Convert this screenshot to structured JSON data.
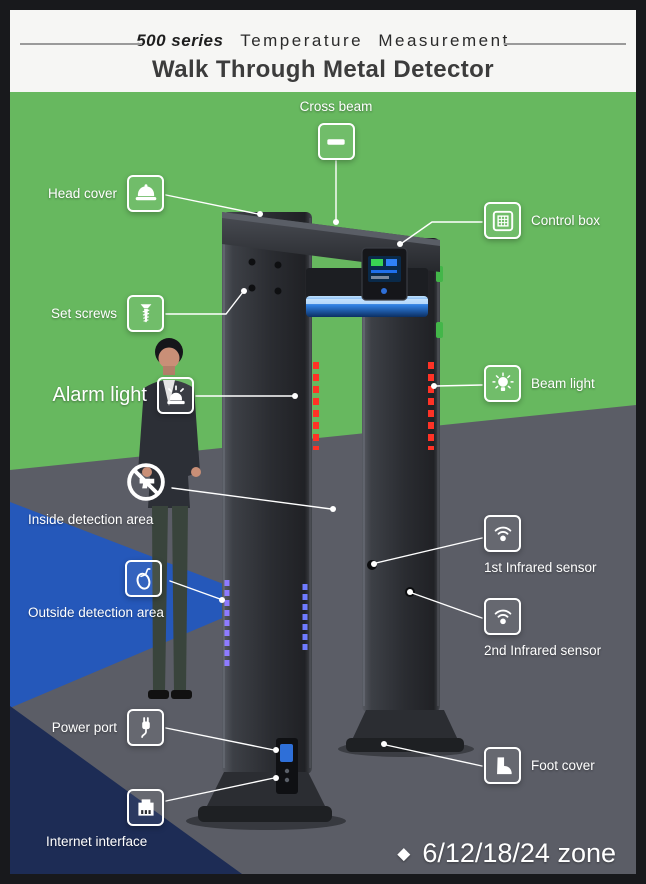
{
  "header": {
    "series": "500 series",
    "series_suffix": "Temperature Measurement",
    "title": "Walk Through Metal Detector"
  },
  "labels": {
    "cross_beam": "Cross beam",
    "head_cover": "Head cover",
    "control_box": "Control box",
    "set_screws": "Set screws",
    "alarm_light": "Alarm light",
    "beam_light": "Beam light",
    "inside_detection": "Inside detection area",
    "infrared_1": "1st Infrared sensor",
    "outside_detection": "Outside detection area",
    "infrared_2": "2nd Infrared sensor",
    "power_port": "Power port",
    "foot_cover": "Foot cover",
    "internet_interface": "Internet interface"
  },
  "footer": {
    "bullet": "◆",
    "zones": "6/12/18/24 zone"
  },
  "colors": {
    "background_dark": "#18191c",
    "header_band": "#f6f6f4",
    "green": "#67b85f",
    "gray_wedge": "#5b5d66",
    "blue_wedge": "#2558ba",
    "navy_wedge": "#1d2c55",
    "red_led": "#ff3226",
    "blue_led": "#7b7bff",
    "glow_blue": "#2f7fe0",
    "label_text": "#ffffff"
  }
}
